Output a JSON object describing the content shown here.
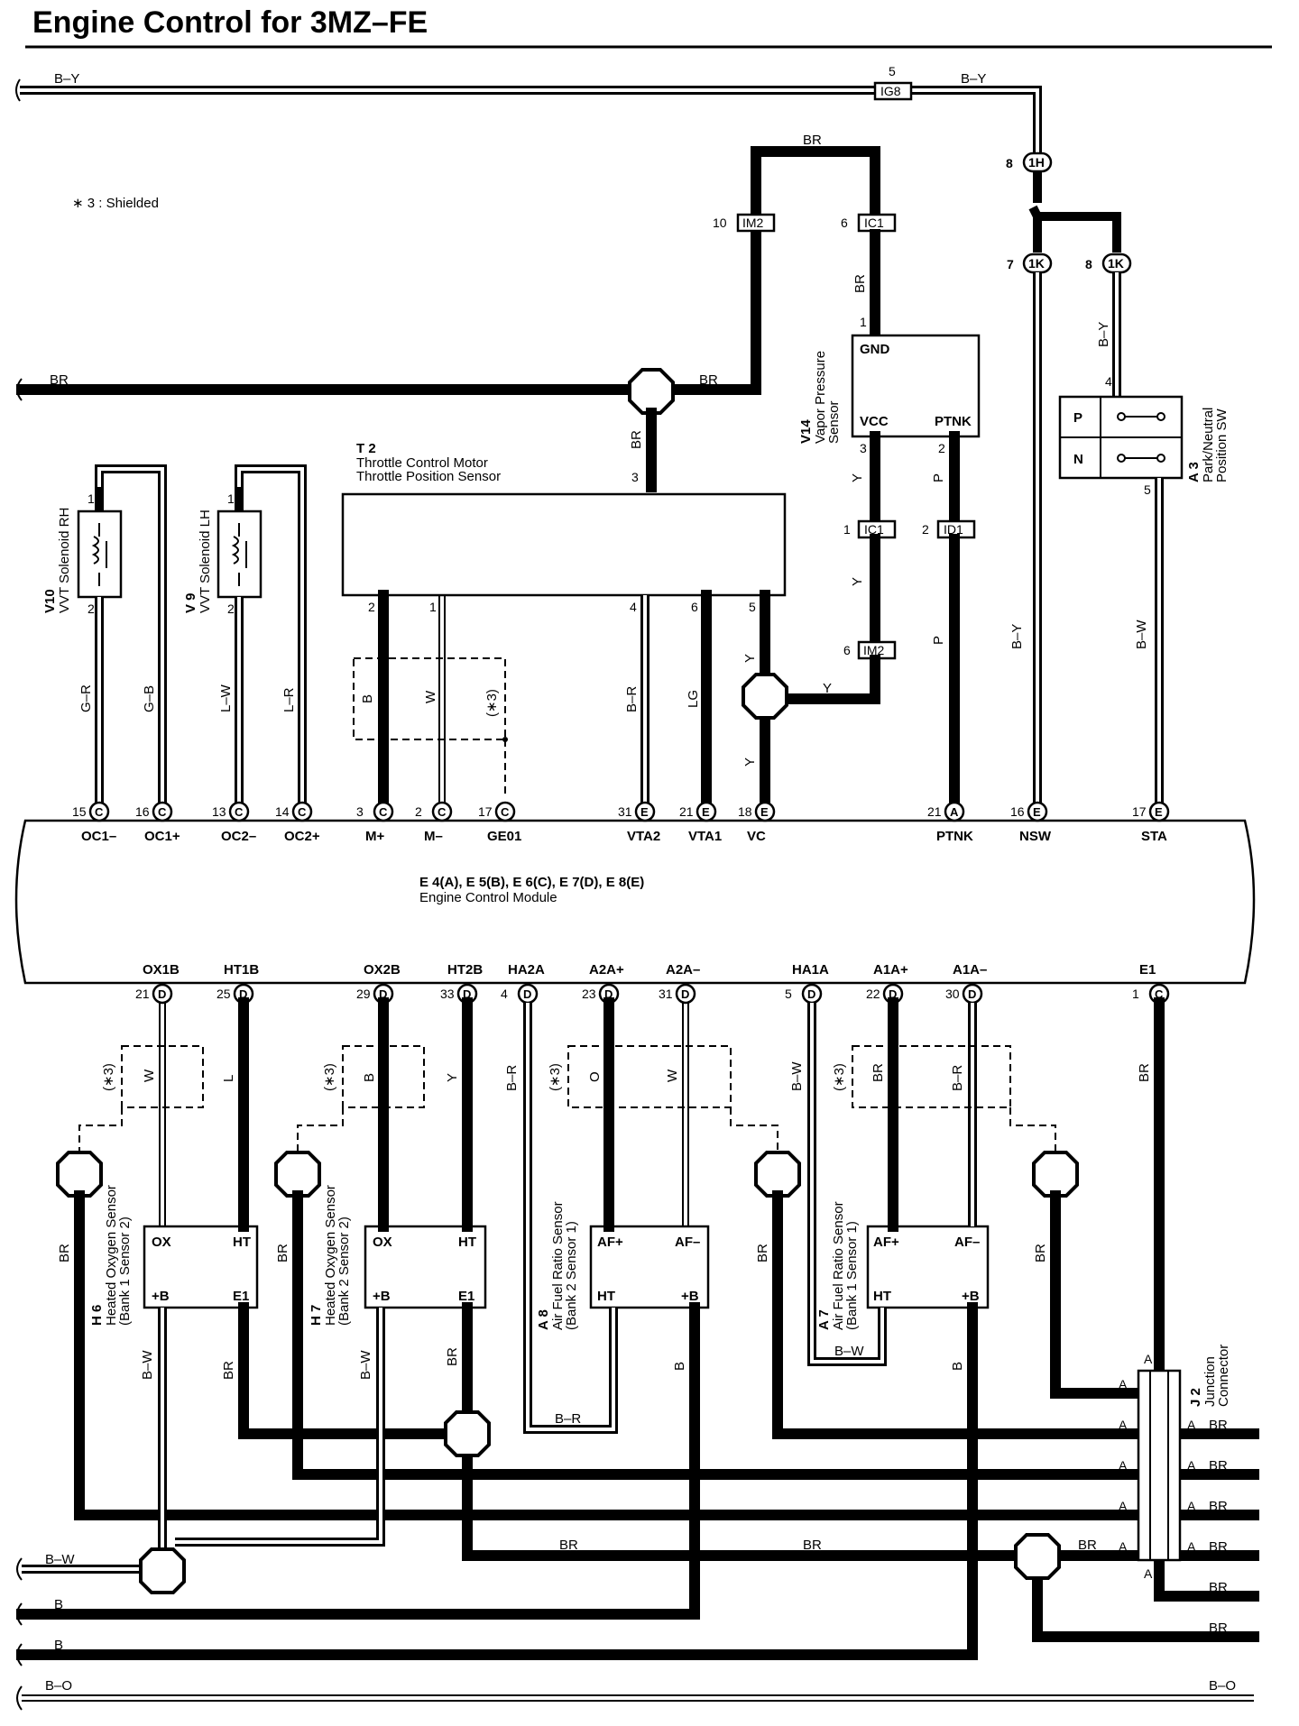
{
  "title": "Engine Control for 3MZ–FE",
  "note": "∗ 3 : Shielded",
  "connectors": {
    "ig8": "IG8",
    "ig8_pin": "5",
    "j1h": "1H",
    "j1h_pin": "8",
    "j1k_a": "1K",
    "j1k_a_pin": "7",
    "j1k_b": "1K",
    "j1k_b_pin": "8",
    "im2_top": "IM2",
    "im2_top_pin": "10",
    "ic1_top": "IC1",
    "ic1_top_pin": "6",
    "ic1_mid": "IC1",
    "ic1_mid_pin": "1",
    "id1": "ID1",
    "id1_pin": "2",
    "im2_low": "IM2",
    "im2_low_pin": "6"
  },
  "components": {
    "t2": {
      "code": "T 2",
      "name1": "Throttle Control Motor",
      "name2": "Throttle Position Sensor"
    },
    "v14": {
      "code": "V14",
      "name1": "Vapor Pressure",
      "name2": "Sensor",
      "gnd": "GND",
      "vcc": "VCC",
      "ptnk": "PTNK"
    },
    "a3": {
      "code": "A 3",
      "name1": "Park/Neutral",
      "name2": "Position SW",
      "p": "P",
      "n": "N"
    },
    "v10": {
      "code": "V10",
      "name": "VVT Solenoid RH"
    },
    "v9": {
      "code": "V 9",
      "name": "VVT Solenoid LH"
    },
    "ecm": {
      "code": "E 4(A), E 5(B), E 6(C), E 7(D), E 8(E)",
      "name": "Engine Control Module"
    },
    "h6": {
      "code": "H 6",
      "name1": "Heated Oxygen Sensor",
      "name2": "(Bank 1 Sensor 2)",
      "ox": "OX",
      "ht": "HT",
      "b": "+B",
      "e1": "E1"
    },
    "h7": {
      "code": "H 7",
      "name1": "Heated Oxygen Sensor",
      "name2": "(Bank 2 Sensor 2)",
      "ox": "OX",
      "ht": "HT",
      "b": "+B",
      "e1": "E1"
    },
    "a8": {
      "code": "A 8",
      "name1": "Air Fuel Ratio Sensor",
      "name2": "(Bank 2 Sensor 1)",
      "afp": "AF+",
      "afm": "AF–",
      "ht": "HT",
      "b": "+B"
    },
    "a7": {
      "code": "A 7",
      "name1": "Air Fuel Ratio Sensor",
      "name2": "(Bank 1 Sensor 1)",
      "afp": "AF+",
      "afm": "AF–",
      "ht": "HT",
      "b": "+B"
    },
    "j2": {
      "code": "J 2",
      "name1": "Junction",
      "name2": "Connector",
      "a": "A"
    }
  },
  "ecm_top_pins": [
    {
      "num": "15",
      "conn": "C",
      "name": "OC1–"
    },
    {
      "num": "16",
      "conn": "C",
      "name": "OC1+"
    },
    {
      "num": "13",
      "conn": "C",
      "name": "OC2–"
    },
    {
      "num": "14",
      "conn": "C",
      "name": "OC2+"
    },
    {
      "num": "3",
      "conn": "C",
      "name": "M+"
    },
    {
      "num": "2",
      "conn": "C",
      "name": "M–"
    },
    {
      "num": "17",
      "conn": "C",
      "name": "GE01"
    },
    {
      "num": "31",
      "conn": "E",
      "name": "VTA2"
    },
    {
      "num": "21",
      "conn": "E",
      "name": "VTA1"
    },
    {
      "num": "18",
      "conn": "E",
      "name": "VC"
    },
    {
      "num": "21",
      "conn": "A",
      "name": "PTNK"
    },
    {
      "num": "16",
      "conn": "E",
      "name": "NSW"
    },
    {
      "num": "17",
      "conn": "E",
      "name": "STA"
    }
  ],
  "ecm_bottom_pins": [
    {
      "num": "21",
      "conn": "D",
      "name": "OX1B"
    },
    {
      "num": "25",
      "conn": "D",
      "name": "HT1B"
    },
    {
      "num": "29",
      "conn": "D",
      "name": "OX2B"
    },
    {
      "num": "33",
      "conn": "D",
      "name": "HT2B"
    },
    {
      "num": "4",
      "conn": "D",
      "name": "HA2A"
    },
    {
      "num": "23",
      "conn": "D",
      "name": "A2A+"
    },
    {
      "num": "31",
      "conn": "D",
      "name": "A2A–"
    },
    {
      "num": "5",
      "conn": "D",
      "name": "HA1A"
    },
    {
      "num": "22",
      "conn": "D",
      "name": "A1A+"
    },
    {
      "num": "30",
      "conn": "D",
      "name": "A1A–"
    },
    {
      "num": "1",
      "conn": "C",
      "name": "E1"
    }
  ],
  "wire_colors": {
    "by": "B–Y",
    "br": "BR",
    "bw": "B–W",
    "b": "B",
    "bo": "B–O",
    "y": "Y",
    "p": "P",
    "gr": "G–R",
    "gb": "G–B",
    "lw": "L–W",
    "lr": "L–R",
    "w": "W",
    "br2": "B–R",
    "lg": "LG",
    "l": "L",
    "o": "O",
    "shield": "(∗3)"
  },
  "pin_numbers": [
    "1",
    "2",
    "3",
    "4",
    "5",
    "6"
  ]
}
